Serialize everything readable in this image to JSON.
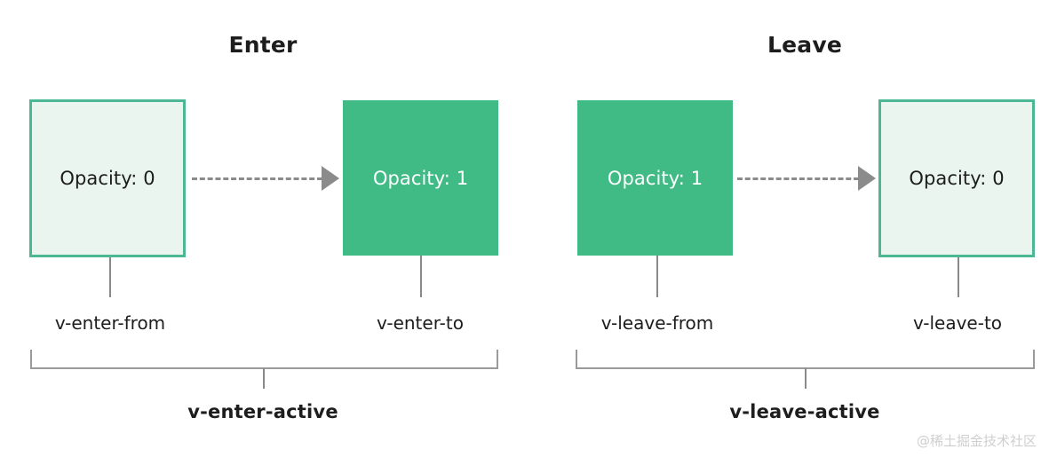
{
  "diagram": {
    "title_enter": "Enter",
    "title_leave": "Leave",
    "sections": [
      {
        "name": "enter",
        "title": "Enter",
        "from_box": {
          "label": "Opacity: 0",
          "style": "light"
        },
        "to_box": {
          "label": "Opacity: 1",
          "style": "solid"
        },
        "from_tag": "v-enter-from",
        "to_tag": "v-enter-to",
        "active_label": "v-enter-active"
      },
      {
        "name": "leave",
        "title": "Leave",
        "from_box": {
          "label": "Opacity: 1",
          "style": "solid"
        },
        "to_box": {
          "label": "Opacity: 0",
          "style": "light"
        },
        "from_tag": "v-leave-from",
        "to_tag": "v-leave-to",
        "active_label": "v-leave-active"
      }
    ],
    "colors": {
      "light_fill": "#e9f5ee",
      "light_border": "#4cb795",
      "solid_fill": "#41bb85",
      "line_gray": "#8b8b8b",
      "bracket_gray": "#9a9a9a",
      "text_dark": "#1d1d1d",
      "watermark_gray": "#cfcfcf",
      "background": "#ffffff"
    }
  },
  "watermark": {
    "text": "@稀土掘金技术社区"
  }
}
